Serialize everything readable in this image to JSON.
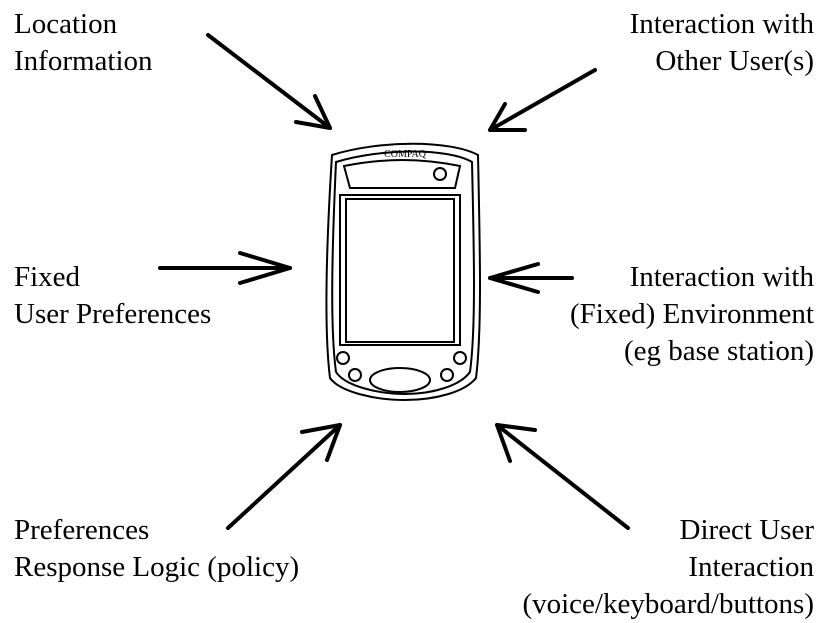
{
  "labels": {
    "location": [
      "Location",
      "Information"
    ],
    "other_users": [
      "Interaction with",
      "Other User(s)"
    ],
    "fixed_prefs": [
      "Fixed",
      "User Preferences"
    ],
    "environment": [
      "Interaction with",
      "(Fixed) Environment",
      "(eg base station)"
    ],
    "policy": [
      "Preferences",
      "Response Logic (policy)"
    ],
    "direct": [
      "Direct User",
      "Interaction",
      "(voice/keyboard/buttons)"
    ]
  },
  "device": {
    "brand": "COMPAQ"
  },
  "colors": {
    "ink": "#000000",
    "background": "#ffffff"
  }
}
